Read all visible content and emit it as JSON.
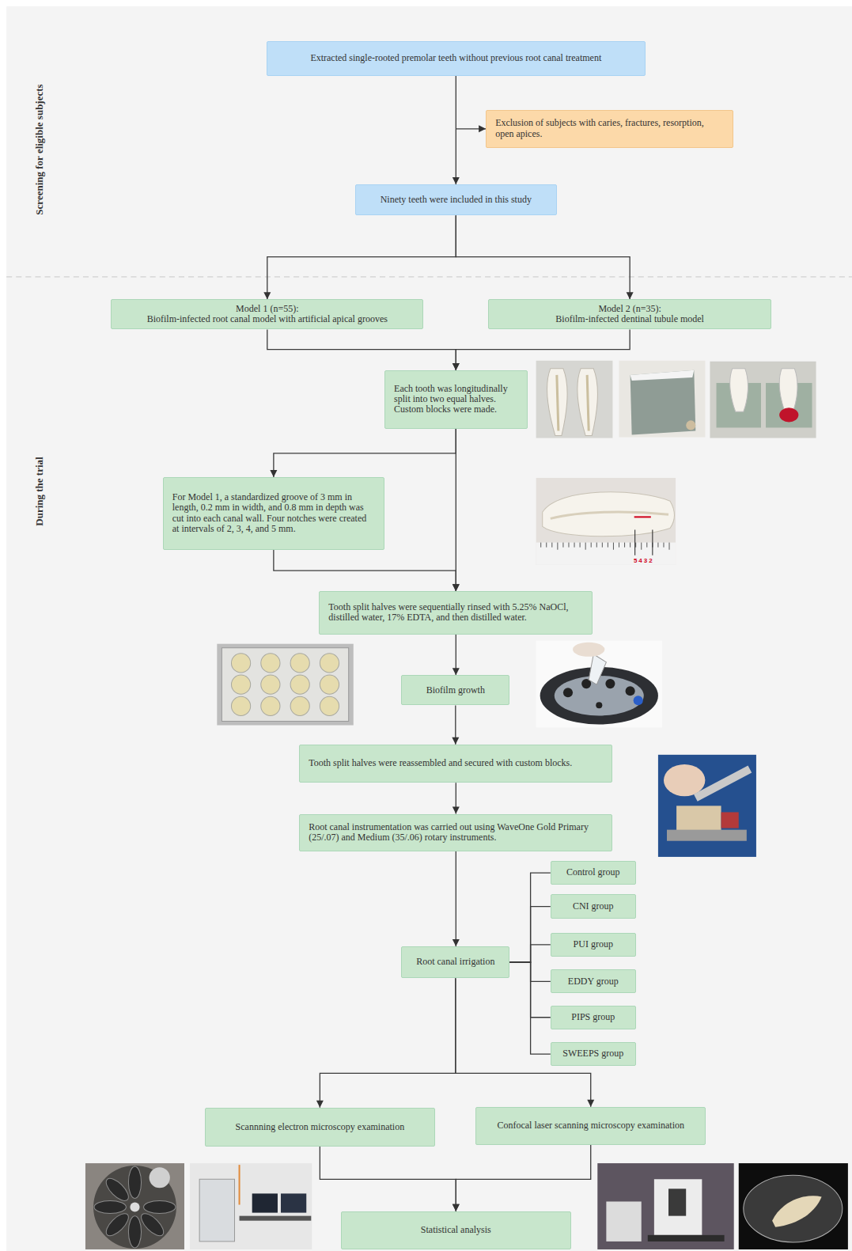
{
  "diagram": {
    "nodes": [
      {
        "text": [
          "Extracted single-rooted premolar teeth without previous root canal treatment"
        ]
      },
      {
        "text": [
          "Exclusion of subjects with caries, fractures, resorption, open apices."
        ]
      },
      {
        "text": [
          "Ninety teeth were included in this study"
        ]
      },
      {
        "text": [
          "Model 1 (n=55):",
          "Biofilm-infected root canal model with artificial apical grooves"
        ]
      },
      {
        "text": [
          "Model 2 (n=35):",
          "Biofilm-infected dentinal tubule model"
        ]
      },
      {
        "text": [
          "Each tooth was longitudinally split into two equal halves. Custom blocks were made."
        ]
      },
      {
        "text": [
          "For Model 1, a standardized groove of 3 mm in length, 0.2 mm in width, and 0.8 mm in depth was cut into each canal wall. Four notches were created at intervals of 2, 3, 4, and 5 mm."
        ]
      },
      {
        "text": [
          "Tooth split halves were sequentially rinsed with 5.25% NaOCl, distilled water, 17% EDTA, and then distilled water."
        ]
      },
      {
        "text": [
          "Biofilm growth"
        ]
      },
      {
        "text": [
          "Tooth split halves were reassembled and secured with custom blocks."
        ]
      },
      {
        "text": [
          "Root canal instrumentation was carried out using WaveOne Gold Primary (25/.07) and Medium (35/.06) rotary instruments."
        ]
      },
      {
        "text": [
          "Root canal irrigation"
        ]
      },
      {
        "text": [
          "Control group"
        ]
      },
      {
        "text": [
          "CNI group"
        ]
      },
      {
        "text": [
          "PUI group"
        ]
      },
      {
        "text": [
          "EDDY group"
        ]
      },
      {
        "text": [
          "PIPS group"
        ]
      },
      {
        "text": [
          "SWEEPS group"
        ]
      },
      {
        "text": [
          "Scannning electron microscopy examination"
        ]
      },
      {
        "text": [
          "Confocal laser scanning microscopy examination"
        ]
      },
      {
        "text": [
          "Statistical analysis"
        ]
      }
    ],
    "edges": [
      {
        "from": 0,
        "to": 1,
        "arrow": "to"
      },
      {
        "from": 0,
        "to": 2,
        "arrow": "to"
      },
      {
        "from": 2,
        "to": 3,
        "arrow": "to"
      },
      {
        "from": 2,
        "to": 4,
        "arrow": "to"
      },
      {
        "from": 3,
        "to": 5,
        "arrow": "to"
      },
      {
        "from": 4,
        "to": 5,
        "arrow": "to"
      },
      {
        "from": 5,
        "to": 6,
        "arrow": "to"
      },
      {
        "from": 5,
        "to": 7,
        "arrow": "to"
      },
      {
        "from": 6,
        "to": 7,
        "arrow": "to"
      },
      {
        "from": 7,
        "to": 8,
        "arrow": "to"
      },
      {
        "from": 8,
        "to": 9,
        "arrow": "to"
      },
      {
        "from": 9,
        "to": 10,
        "arrow": "to"
      },
      {
        "from": 10,
        "to": 11,
        "arrow": "to"
      },
      {
        "from": 11,
        "to": 12,
        "arrow": "none"
      },
      {
        "from": 11,
        "to": 13,
        "arrow": "none"
      },
      {
        "from": 11,
        "to": 14,
        "arrow": "none"
      },
      {
        "from": 11,
        "to": 15,
        "arrow": "none"
      },
      {
        "from": 11,
        "to": 16,
        "arrow": "none"
      },
      {
        "from": 11,
        "to": 17,
        "arrow": "none"
      },
      {
        "from": 11,
        "to": 18,
        "arrow": "to"
      },
      {
        "from": 11,
        "to": 19,
        "arrow": "to"
      },
      {
        "from": 18,
        "to": 20,
        "arrow": "to"
      },
      {
        "from": 19,
        "to": 20,
        "arrow": "to"
      }
    ],
    "labels": [
      "Screening for eligible subjects",
      "During the trial",
      "5432"
    ]
  }
}
